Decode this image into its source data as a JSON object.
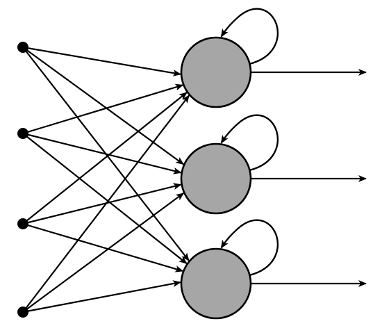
{
  "diagram": {
    "input_count": 4,
    "neuron_count": 3,
    "fully_connected": true,
    "self_recurrent": true,
    "outputs_per_neuron": 1,
    "colors": {
      "background": "#ffffff",
      "stroke": "#000000",
      "input_node": "#000000",
      "neuron_fill": "#a6a6a6"
    }
  }
}
